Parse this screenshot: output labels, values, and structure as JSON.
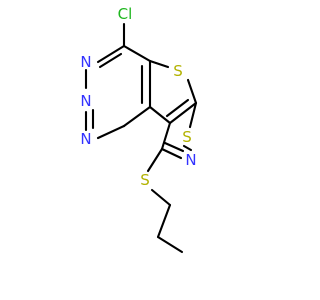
{
  "molecule": {
    "atoms": {
      "chlorine": "Cl",
      "nitrogen_top": "N",
      "nitrogen_middle": "N",
      "nitrogen_bottom": "N",
      "sulfur_thiophene": "S",
      "sulfur_isothiazole": "S",
      "nitrogen_isothiazole": "N",
      "sulfur_thioether": "S"
    },
    "colors": {
      "bond": "#000000",
      "nitrogen": "#3333FF",
      "sulfur": "#B2B200",
      "chlorine": "#1FB71F",
      "carbon": "#000000"
    }
  }
}
